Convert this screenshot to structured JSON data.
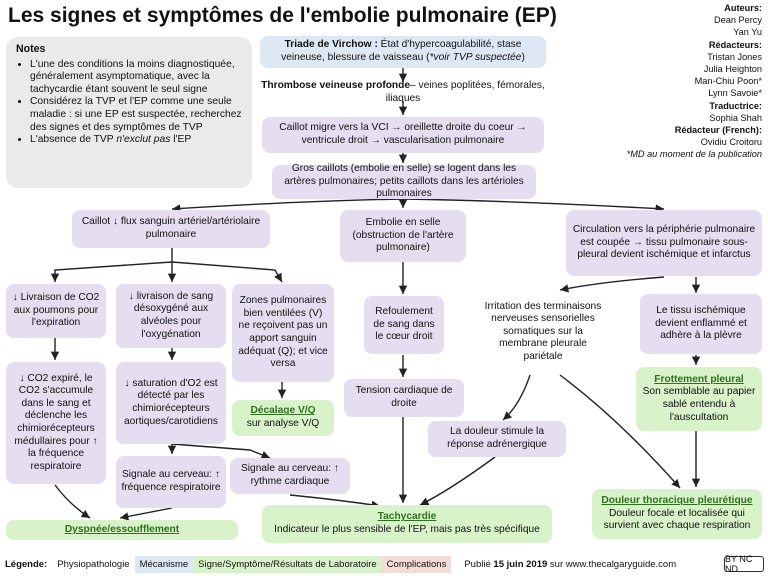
{
  "title": "Les signes et symptômes de l'embolie pulmonaire (EP)",
  "authors": {
    "auteurs_label": "Auteurs:",
    "auteurs": [
      "Dean Percy",
      "Yan Yu"
    ],
    "redacteurs_label": "Rédacteurs:",
    "redacteurs": [
      "Tristan Jones",
      "Julia Heighton",
      "Man-Chiu Poon*",
      "Lynn Savoie*"
    ],
    "traductrice_label": "Traductrice:",
    "traductrice": "Sophia Shah",
    "redacteur_french_label": "Rédacteur (French):",
    "redacteur_french": "Ovidiu Croitoru",
    "footnote": "*MD au moment de la publication"
  },
  "notes": {
    "title": "Notes",
    "items": [
      "L'une des conditions la moins diagnostiquée, généralement asymptomatique, avec la tachycardie étant souvent le seul signe",
      "Considérez la TVP et l'EP comme une seule maladie : si une EP est suspectée, recherchez des signes et des symptômes de TVP",
      "L'absence de TVP n'exclut pas l'EP"
    ]
  },
  "nodes": {
    "virchow": {
      "bold": "Triade de Virchow :",
      "text": " État d'hypercoagulabilité, stase veineuse, blessure de vaisseau (",
      "italic": "*voir TVP suspectée",
      "end": ")"
    },
    "thrombose": {
      "bold": "Thrombose veineuse profonde",
      "text": "– veines poplitées, fémorales, iliaques"
    },
    "caillot_migre": "Caillot migre vers la VCI → oreillette droite du coeur → ventricule droit → vascularisation pulmonaire",
    "gros_caillots": "Gros caillots (embolie en selle) se logent dans les artères pulmonaires; petits caillots dans les artérioles pulmonaires",
    "flux": "Caillot ↓ flux sanguin artériel/artériolaire pulmonaire",
    "embolie_selle": "Embolie en selle (obstruction de l'artère pulmonaire)",
    "circulation": "Circulation vers la périphérie pulmonaire est coupée → tissu pulmonaire sous-pleural devient ischémique et infarctus",
    "livraison_co2": "↓ Livraison de CO2 aux poumons pour l'expiration",
    "livraison_sang": "↓ livraison de sang désoxygéné aux alvéoles pour l'oxygénation",
    "zones": "Zones pulmonaires bien ventilées (V) ne reçoivent pas un apport sanguin adéquat (Q); et vice versa",
    "refoulement": "Refoulement de sang dans le cœur droit",
    "irritation": "Irritation des terminaisons nerveuses sensorielles somatiques sur la membrane pleurale pariétale",
    "tissu": "Le tissu ischémique devient enflammé et adhère à la plèvre",
    "co2_expire": "↓ CO2 expiré, le CO2 s'accumule dans le sang et déclenche les chimiorécepteurs médullaires pour ↑ la fréquence respiratoire",
    "saturation": "↓ saturation d'O2 est détecté par les chimiorécepteurs aortiques/carotidiens",
    "decalage": {
      "title": "Décalage V/Q",
      "text": "sur analyse V/Q"
    },
    "tension": "Tension cardiaque de droite",
    "frottement": {
      "title": "Frottement pleural",
      "text": "Son semblable au papier sablé entendu à l'auscultation"
    },
    "signal_freq": "Signale au cerveau: ↑ fréquence respiratoire",
    "signal_rythme": "Signale au cerveau: ↑ rythme cardiaque",
    "douleur_stimule": "La douleur stimule la réponse adrénergique",
    "dyspnee": "Dyspnée/essoufflement",
    "tachycardie": {
      "title": "Tachycardie",
      "text": "Indicateur le plus sensible de l'EP, mais pas très spécifique"
    },
    "douleur_thoracique": {
      "title": "Douleur thoracique pleurétique",
      "text": "Douleur focale et localisée qui survient avec chaque respiration"
    }
  },
  "legend": {
    "label": "Légende:",
    "items": [
      {
        "text": "Physiopathologie",
        "color": "#ffffff"
      },
      {
        "text": "Mécanisme",
        "color": "#dde8f4"
      },
      {
        "text": "Signe/Symptôme/Résultats de Laboratoire",
        "color": "#d8f3c9"
      },
      {
        "text": "Complications",
        "color": "#f3ddd8"
      }
    ],
    "published_prefix": "Publié ",
    "published_date": "15 juin 2019",
    "published_suffix": " sur www.thecalgaryguide.com",
    "license": "BY NC ND"
  },
  "colors": {
    "mechanism": "#dde8f4",
    "pathophys": "#e4def0",
    "sign": "#d8f3c9",
    "complications": "#f3ddd8",
    "arrow": "#222222"
  }
}
